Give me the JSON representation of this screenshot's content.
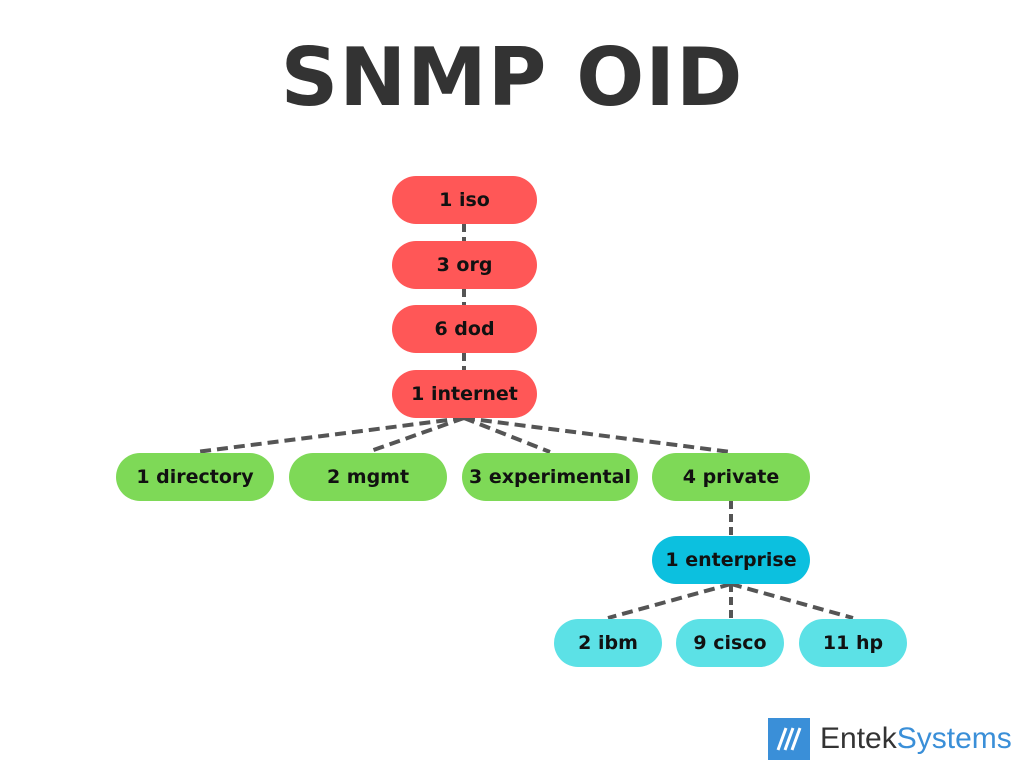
{
  "title": "SNMP OID",
  "colors": {
    "red": "#ff5757",
    "green": "#7ed957",
    "blue_dark": "#0cc0df",
    "blue_light": "#5ce1e6",
    "line": "#555555"
  },
  "nodes": {
    "iso": "1 iso",
    "org": "3 org",
    "dod": "6 dod",
    "internet": "1 internet",
    "directory": "1 directory",
    "mgmt": "2 mgmt",
    "experimental": "3 experimental",
    "private": "4 private",
    "enterprise": "1 enterprise",
    "ibm": "2 ibm",
    "cisco": "9 cisco",
    "hp": "11 hp"
  },
  "logo": {
    "part1": "Entek",
    "part2": "Systems",
    "icon": "slash-stripes-icon"
  }
}
